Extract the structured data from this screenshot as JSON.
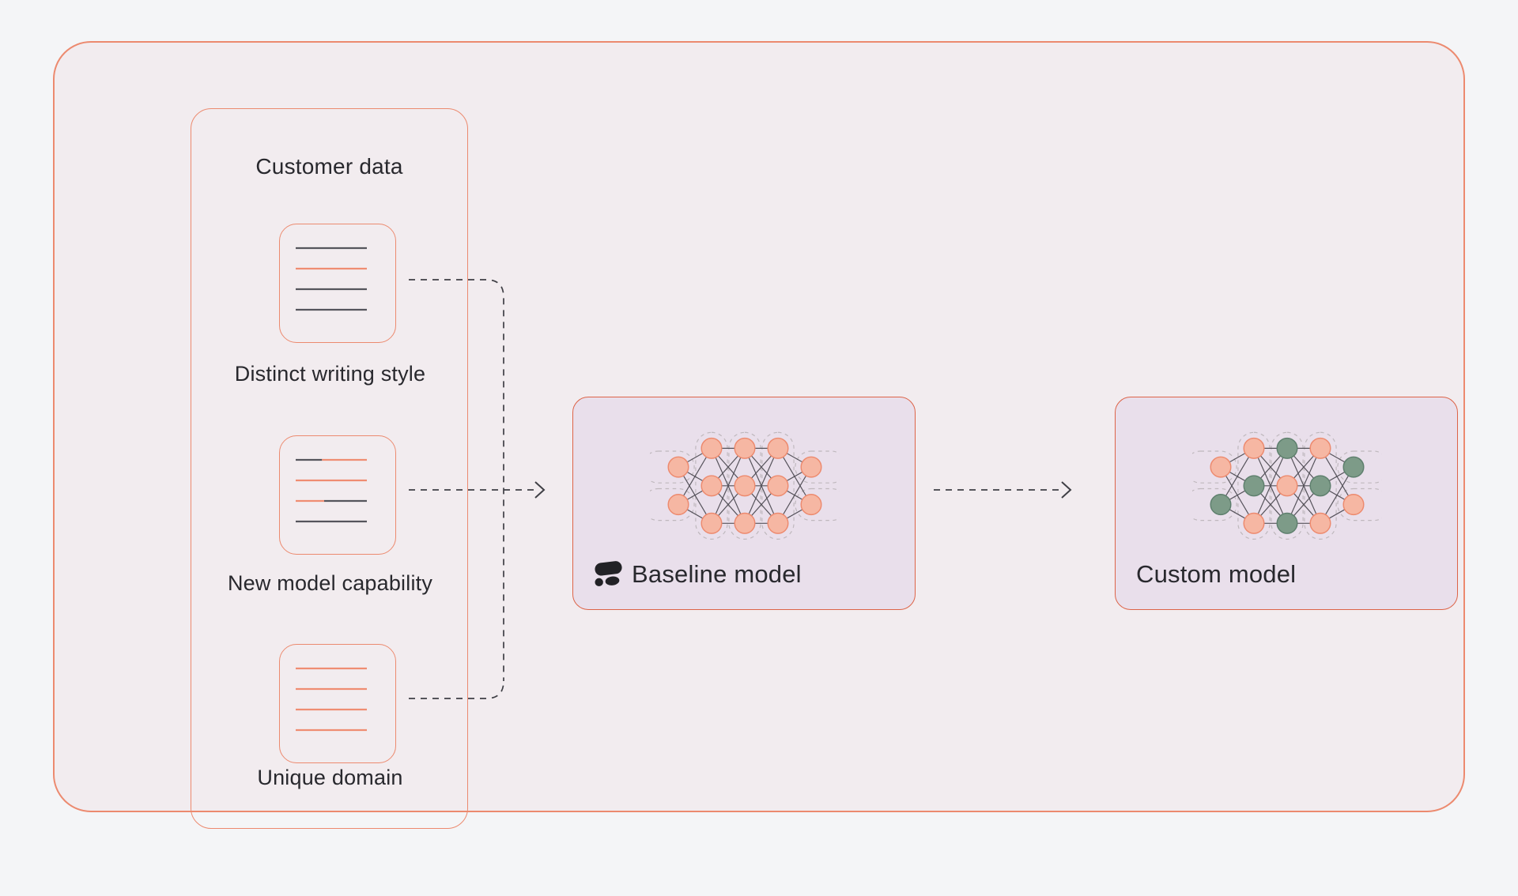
{
  "colors": {
    "page_bg": "#f4f5f7",
    "outer_fill": "#f2ecef",
    "outer_border": "#ec8a6f",
    "box_fill": "#e9dfeb",
    "box_border": "#dd6448",
    "text": "#28282d",
    "connector": "#3f3f45",
    "line_dark": "#55555c",
    "line_salmon": "#ef8d72",
    "node_salmon_fill": "#f6b7a3",
    "node_salmon_stroke": "#ed8a6e",
    "node_green_fill": "#7d9b88",
    "node_green_stroke": "#5e7f6d",
    "capsule_dash": "#bfb8bd",
    "net_edge": "#55525a",
    "logo_black": "#222226"
  },
  "customer_panel": {
    "title": "Customer data",
    "cards": [
      {
        "label": "Distinct writing style",
        "lines": [
          [
            [
              "dark",
              1
            ]
          ],
          [
            [
              "salmon",
              1
            ]
          ],
          [
            [
              "dark",
              1
            ]
          ],
          [
            [
              "dark",
              1
            ]
          ]
        ]
      },
      {
        "label": "New model capability",
        "lines": [
          [
            [
              "dark",
              0.37
            ],
            [
              "salmon",
              0.63
            ]
          ],
          [
            [
              "salmon",
              1
            ]
          ],
          [
            [
              "salmon",
              0.4
            ],
            [
              "dark",
              0.6
            ]
          ],
          [
            [
              "dark",
              1
            ]
          ]
        ]
      },
      {
        "label": "Unique domain",
        "lines": [
          [
            [
              "salmon",
              1
            ]
          ],
          [
            [
              "salmon",
              1
            ]
          ],
          [
            [
              "salmon",
              1
            ]
          ],
          [
            [
              "salmon",
              1
            ]
          ]
        ]
      }
    ]
  },
  "models": [
    {
      "id": "baseline",
      "label": "Baseline model",
      "logo": "writer-logo-icon",
      "nodes": [
        [
          "salmon",
          "salmon"
        ],
        [
          "salmon",
          "salmon",
          "salmon"
        ],
        [
          "salmon",
          "salmon",
          "salmon"
        ],
        [
          "salmon",
          "salmon",
          "salmon"
        ],
        [
          "salmon",
          "salmon"
        ]
      ]
    },
    {
      "id": "custom",
      "label": "Custom model",
      "logo": null,
      "nodes": [
        [
          "salmon",
          "green"
        ],
        [
          "salmon",
          "green",
          "salmon"
        ],
        [
          "green",
          "salmon",
          "green"
        ],
        [
          "salmon",
          "green",
          "salmon"
        ],
        [
          "green",
          "salmon"
        ]
      ]
    }
  ]
}
